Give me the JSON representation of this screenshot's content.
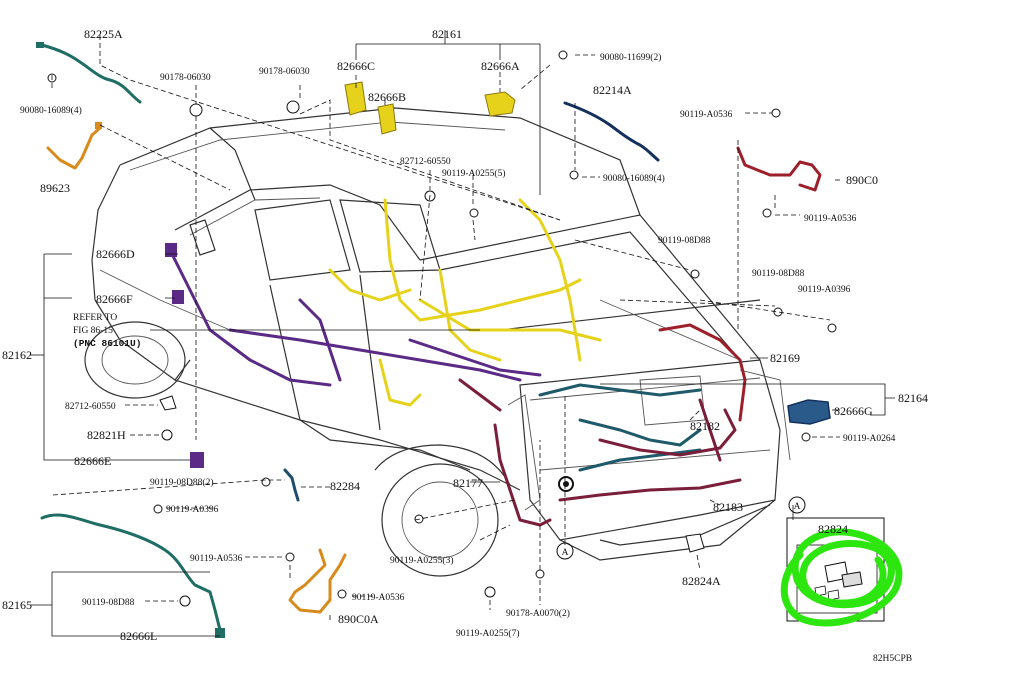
{
  "labels": {
    "l_82161": "82161",
    "l_82225A": "82225A",
    "l_90080_16089_4_top": "90080-16089(4)",
    "l_89623": "89623",
    "l_90178_06030_a": "90178-06030",
    "l_90178_06030_b": "90178-06030",
    "l_82666C": "82666C",
    "l_82666B": "82666B",
    "l_82666A": "82666A",
    "l_90080_11699_2": "90080-11699(2)",
    "l_82214A": "82214A",
    "l_90080_16089_4_mid": "90080-16089(4)",
    "l_90119_A0536_top": "90119-A0536",
    "l_890C0": "890C0",
    "l_90119_A0536_mid": "90119-A0536",
    "l_82712_60550_top": "82712-60550",
    "l_90119_A0255_5": "90119-A0255(5)",
    "l_82666D": "82666D",
    "l_82666F": "82666F",
    "l_refer_to": "REFER TO",
    "l_fig": "FIG 86-15",
    "l_pnc": "(PNC 86101U)",
    "l_82162": "82162",
    "l_82712_60550_left": "82712-60550",
    "l_82821H": "82821H",
    "l_82666E": "82666E",
    "l_90119_08D88_top": "90119-08D88",
    "l_90119_08D88_right": "90119-08D88",
    "l_90119_A0396_right": "90119-A0396",
    "l_82169": "82169",
    "l_82164": "82164",
    "l_82666G": "82666G",
    "l_90119_A0264": "90119-A0264",
    "l_82182": "82182",
    "l_82183": "82183",
    "l_82177": "82177",
    "l_90119_08D88_2": "90119-08D88(2)",
    "l_82284": "82284",
    "l_90119_A0396_left": "90119-A0396",
    "l_90119_A0255_3": "90119-A0255(3)",
    "l_90119_A0536_bot": "90119-A0536",
    "l_90119_A0536_bot2": "90119-A0536",
    "l_890C0A": "890C0A",
    "l_82165": "82165",
    "l_90119_08D88_bot": "90119-08D88",
    "l_82666L": "82666L",
    "l_90119_A0255_7": "90119-A0255(7)",
    "l_90178_A0070_2": "90178-A0070(2)",
    "l_82824A": "82824A",
    "l_82824": "82824",
    "l_A_top": "A",
    "l_A_bot": "A",
    "l_code": "82H5CPB"
  },
  "harness_colors": {
    "teal": "#1f6d64",
    "orange": "#d88a1c",
    "navy": "#14305c",
    "red": "#9c1f2a",
    "yellow": "#e6d21a",
    "purple": "#5a2a86",
    "maroon": "#7a1e3a",
    "dark_teal": "#1f5a6a",
    "annotation_green": "#2ee60f"
  }
}
